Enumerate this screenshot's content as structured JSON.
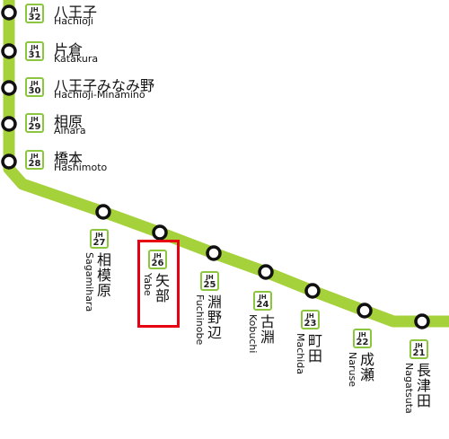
{
  "line_color": "#a5d13b",
  "line_outline": "#8cc63f",
  "highlight_color": "#e60012",
  "highlighted_station": "JH26",
  "stations": [
    {
      "line": "JH",
      "num": "32",
      "ja": "八王子",
      "en": "Hachiōji"
    },
    {
      "line": "JH",
      "num": "31",
      "ja": "片倉",
      "en": "Katakura"
    },
    {
      "line": "JH",
      "num": "30",
      "ja": "八王子みなみ野",
      "en": "Hachiōji-Minamino"
    },
    {
      "line": "JH",
      "num": "29",
      "ja": "相原",
      "en": "Aihara"
    },
    {
      "line": "JH",
      "num": "28",
      "ja": "橋本",
      "en": "Hashimoto"
    },
    {
      "line": "JH",
      "num": "27",
      "ja": "相模原",
      "en": "Sagamihara"
    },
    {
      "line": "JH",
      "num": "26",
      "ja": "矢部",
      "en": "Yabe"
    },
    {
      "line": "JH",
      "num": "25",
      "ja": "淵野辺",
      "en": "Fuchinobe"
    },
    {
      "line": "JH",
      "num": "24",
      "ja": "古淵",
      "en": "Kobuchi"
    },
    {
      "line": "JH",
      "num": "23",
      "ja": "町田",
      "en": "Machida"
    },
    {
      "line": "JH",
      "num": "22",
      "ja": "成瀬",
      "en": "Naruse"
    },
    {
      "line": "JH",
      "num": "21",
      "ja": "長津田",
      "en": "Nagatsuta"
    }
  ]
}
